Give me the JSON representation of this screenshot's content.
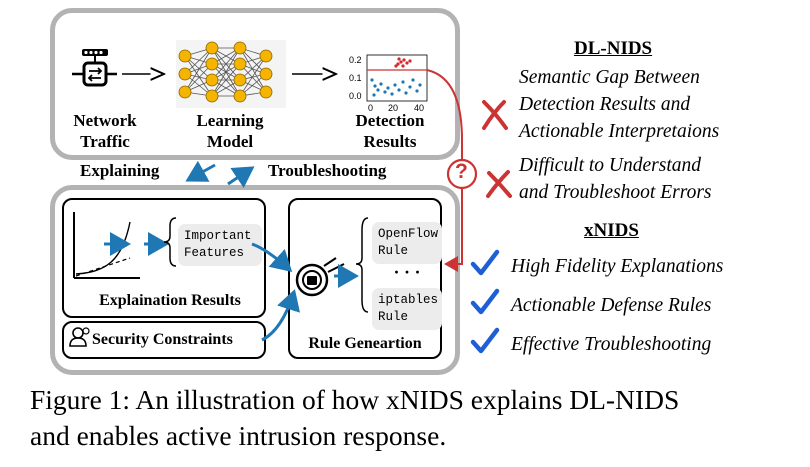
{
  "top_panel": {
    "network_traffic": [
      "Network",
      "Traffic"
    ],
    "learning_model": [
      "Learning",
      "Model"
    ],
    "detection_results": [
      "Detection",
      "Results"
    ],
    "plot_yticks": [
      "0.2",
      "0.1",
      "0.0"
    ],
    "plot_xticks": [
      "0",
      "20",
      "40"
    ]
  },
  "arrows": {
    "explaining": "Explaining",
    "troubleshooting": "Troubleshooting",
    "question": "?"
  },
  "bottom_panel": {
    "important_features": [
      "Important",
      "Features"
    ],
    "explanation_results": "Explaination Results",
    "security_constraints": "Security Constraints",
    "rule_generation": "Rule Geneartion",
    "openflow_rule": [
      "OpenFlow",
      "Rule"
    ],
    "ellipsis": "· · ·",
    "iptables_rule": [
      "iptables",
      "Rule"
    ]
  },
  "right_text": {
    "dlnids_heading": "DL-NIDS",
    "dlnids_problems": [
      [
        "Semantic Gap Between",
        "Detection Results and",
        "Actionable Interpretaions"
      ],
      [
        "Difficult to Understand",
        "and Troubleshoot Errors"
      ]
    ],
    "xnids_heading": "xNIDS",
    "xnids_benefits": [
      "High Fidelity Explanations",
      "Actionable Defense Rules",
      "Effective Troubleshooting"
    ]
  },
  "caption": [
    "Figure 1: An illustration of how xNIDS explains DL-NIDS",
    "and enables active intrusion response."
  ],
  "colors": {
    "blue": "#1f77b4",
    "red": "#cc3333",
    "grey": "#b3b3b3",
    "node": "#f5b400",
    "check": "#1f5fd6"
  },
  "icons": [
    "network-switch-icon",
    "neural-network-icon",
    "scatter-plot-icon",
    "curve-plot-icon",
    "shield-gear-icon",
    "user-shield-icon",
    "cross-icon",
    "check-icon"
  ]
}
